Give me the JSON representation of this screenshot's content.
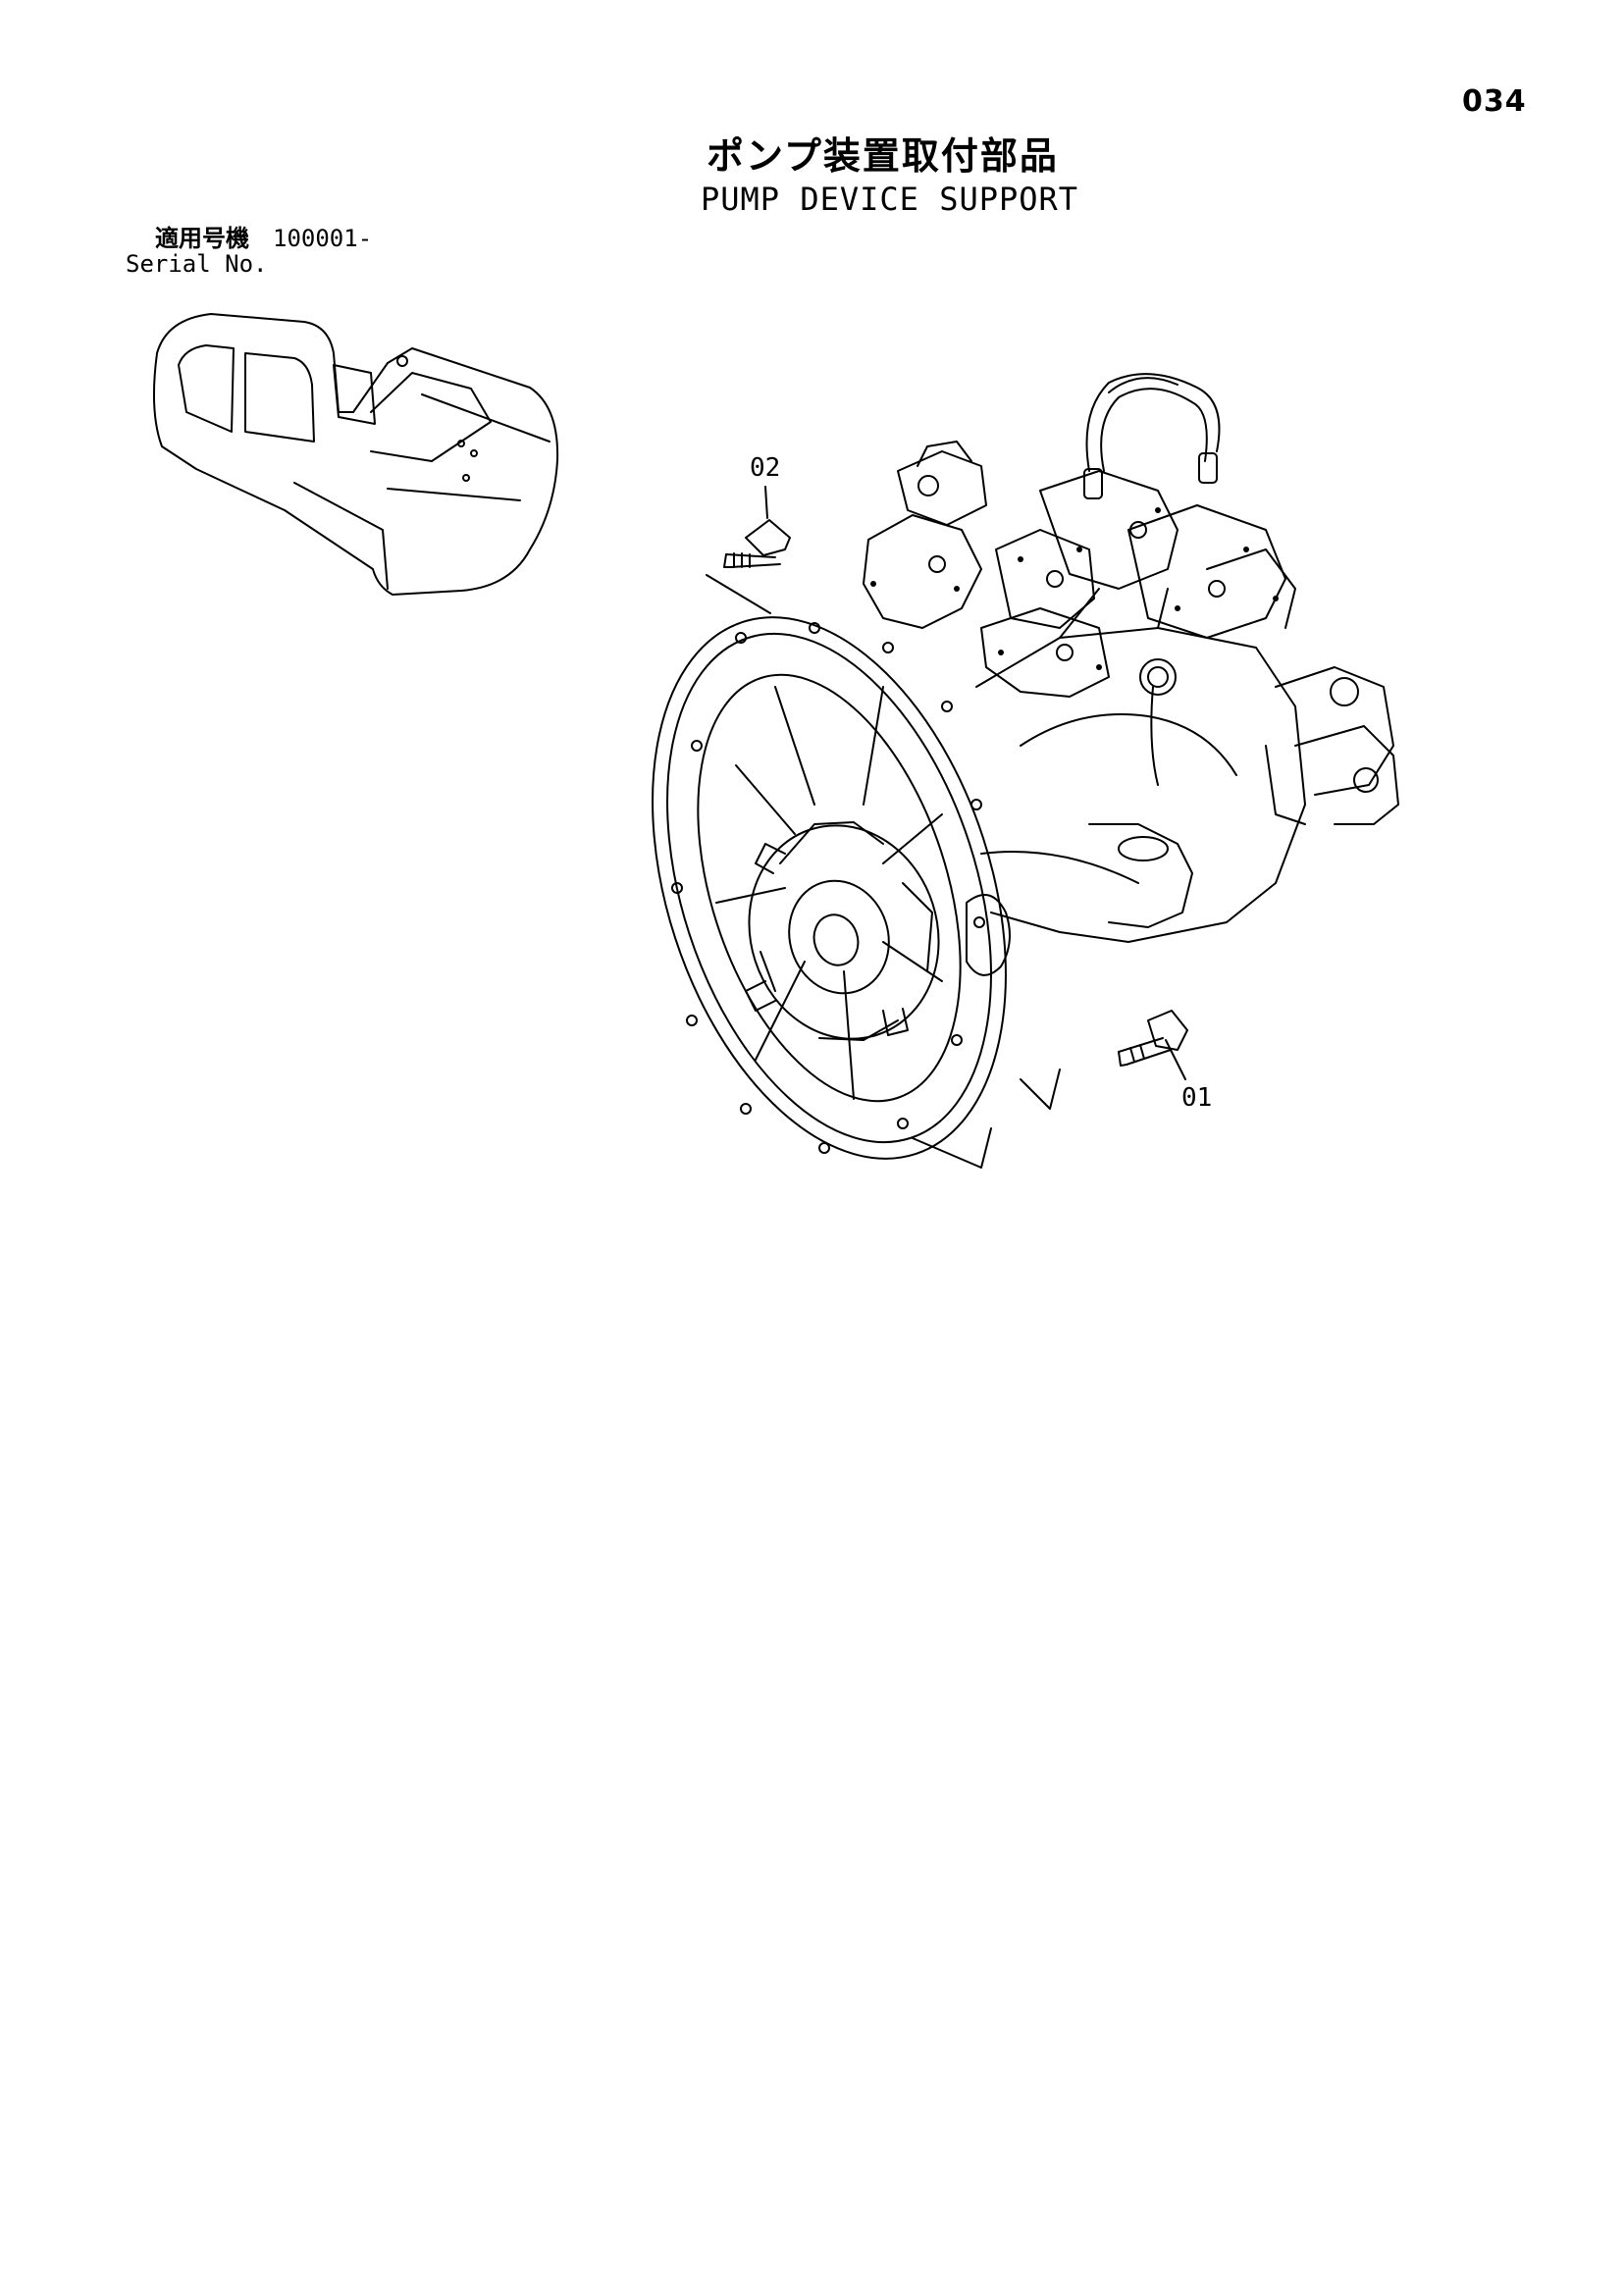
{
  "page": {
    "number": "034"
  },
  "title": {
    "japanese": "ポンプ装置取付部品",
    "english": "PUMP DEVICE SUPPORT"
  },
  "serial": {
    "label_jp": "適用号機",
    "value": "100001-",
    "label_en": "Serial No."
  },
  "callouts": [
    {
      "id": "02"
    },
    {
      "id": "01"
    }
  ],
  "colors": {
    "ink": "#000000",
    "paper": "#ffffff"
  }
}
